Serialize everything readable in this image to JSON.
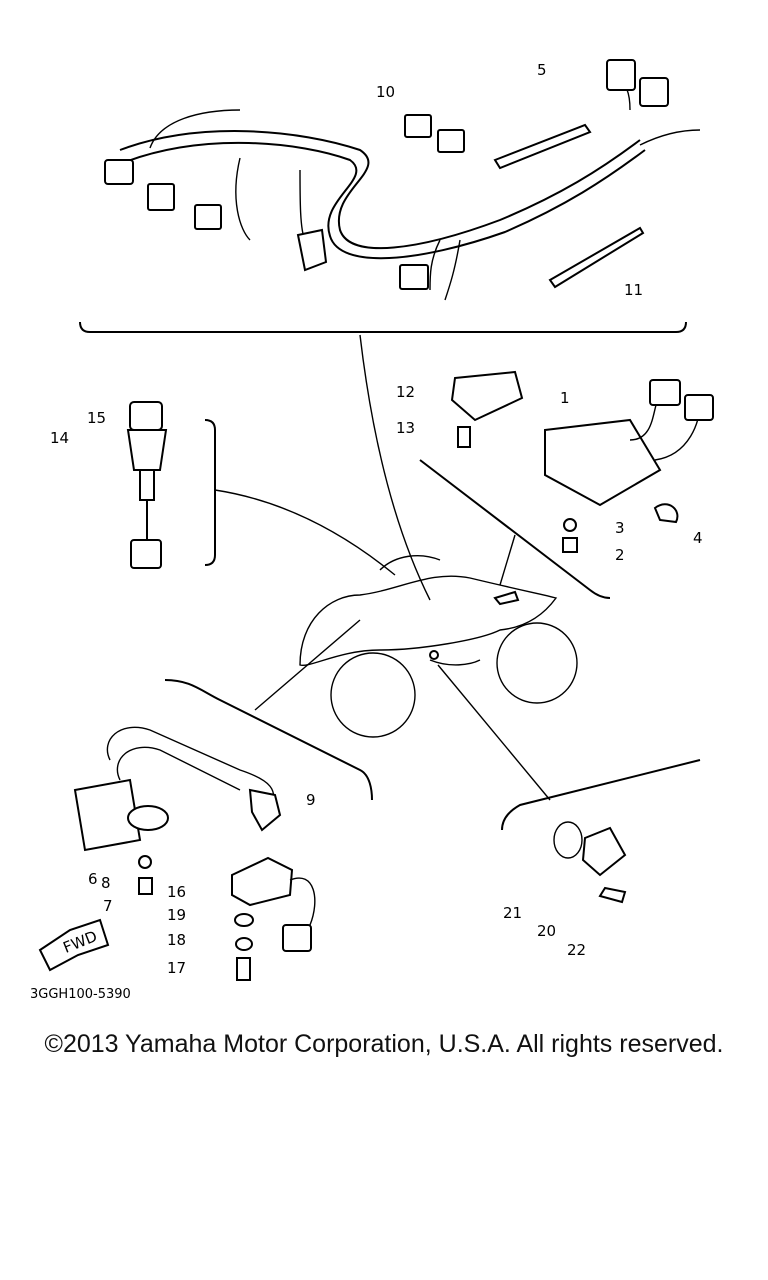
{
  "diagram": {
    "callouts": [
      "1",
      "2",
      "3",
      "4",
      "5",
      "6",
      "7",
      "8",
      "9",
      "10",
      "11",
      "12",
      "13",
      "14",
      "15",
      "16",
      "17",
      "18",
      "19",
      "20",
      "21",
      "22"
    ],
    "drawing_code": "3GGH100-5390",
    "fwd_label": "FWD"
  },
  "footer": {
    "copyright": "©2013 Yamaha Motor Corporation, U.S.A. All rights reserved."
  }
}
